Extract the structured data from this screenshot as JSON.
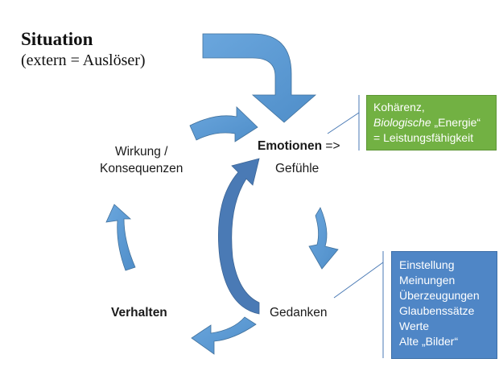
{
  "situation": {
    "title": "Situation",
    "subtitle": "(extern = Auslöser)"
  },
  "nodes": {
    "wirkung_line1": "Wirkung /",
    "wirkung_line2": "Konsequenzen",
    "emotionen": "Emotionen",
    "emotionen_arrow": " =>",
    "gefuehle": "Gefühle",
    "verhalten": "Verhalten",
    "gedanken": "Gedanken"
  },
  "callout_green": {
    "line1": "Kohärenz,",
    "line2_italic": "Biologische",
    "line2_rest": " „Energie“",
    "line3": "= Leistungsfähigkeit"
  },
  "callout_blue": {
    "items": [
      "Einstellung",
      "Meinungen",
      "Überzeugungen",
      "Glaubenssätze",
      "Werte",
      "Alte „Bilder“"
    ]
  },
  "colors": {
    "arrow_fill": "#5b9bd5",
    "arrow_stroke": "#41719c",
    "green_box": "#72b143",
    "blue_box": "#4f86c6",
    "connector": "#4a7ab5"
  }
}
